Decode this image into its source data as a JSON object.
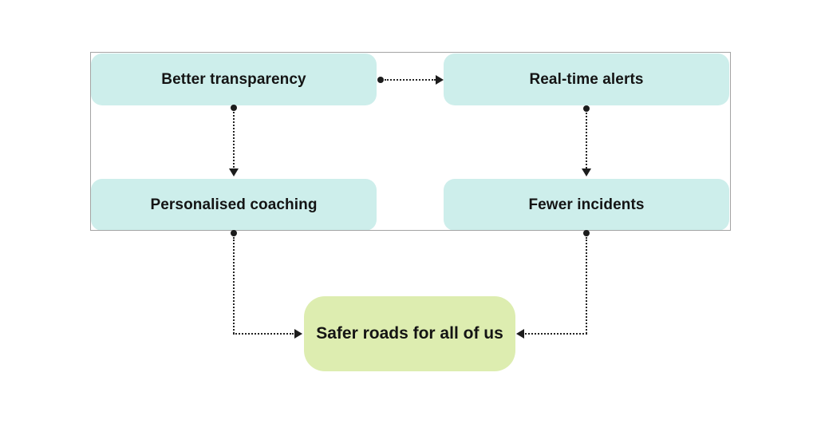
{
  "diagram": {
    "nodes": [
      {
        "id": "better-transparency",
        "label": "Better transparency",
        "fill": "#cdeeeb"
      },
      {
        "id": "real-time-alerts",
        "label": "Real-time alerts",
        "fill": "#cdeeeb"
      },
      {
        "id": "personalised-coaching",
        "label": "Personalised coaching",
        "fill": "#cdeeeb"
      },
      {
        "id": "fewer-incidents",
        "label": "Fewer incidents",
        "fill": "#cdeeeb"
      },
      {
        "id": "safer-roads",
        "label": "Safer roads for all of us",
        "fill": "#ddedb0"
      }
    ],
    "edges": [
      {
        "from": "better-transparency",
        "to": "real-time-alerts",
        "style": "dotted-arrow"
      },
      {
        "from": "better-transparency",
        "to": "personalised-coaching",
        "style": "dotted-arrow"
      },
      {
        "from": "real-time-alerts",
        "to": "fewer-incidents",
        "style": "dotted-arrow"
      },
      {
        "from": "personalised-coaching",
        "to": "safer-roads",
        "style": "dotted-elbow-arrow"
      },
      {
        "from": "fewer-incidents",
        "to": "safer-roads",
        "style": "dotted-elbow-arrow"
      }
    ],
    "colors": {
      "node_fill": "#cdeeeb",
      "result_fill": "#ddedb0",
      "connector": "#1c1c1c",
      "frame_border": "#a3a3a3",
      "text": "#141414",
      "background": "#ffffff"
    }
  }
}
